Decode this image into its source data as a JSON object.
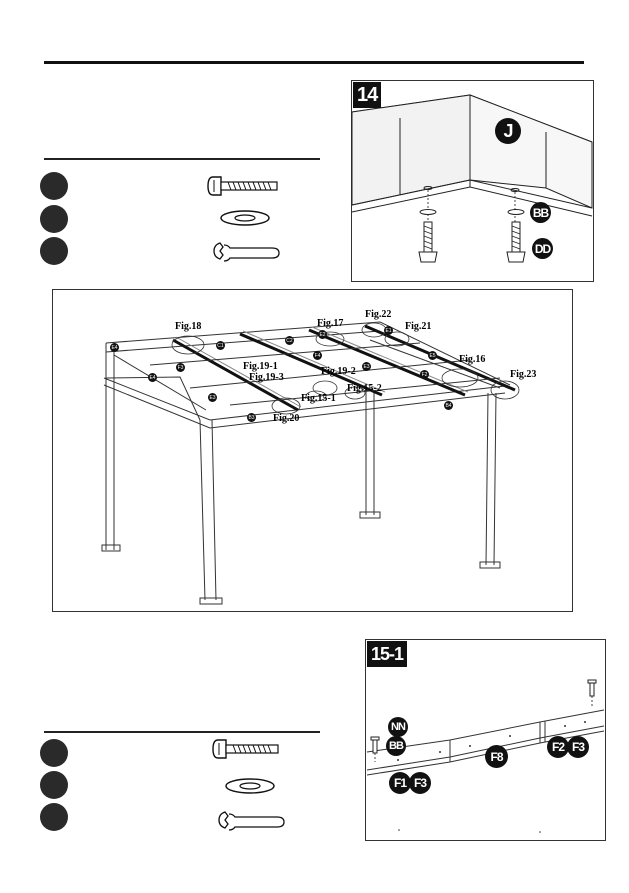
{
  "step14": {
    "badge": "14",
    "labels": {
      "j": "J",
      "bb": "BB",
      "dd": "DD"
    }
  },
  "overview": {
    "figures": [
      "Fig.18",
      "Fig.17",
      "Fig.22",
      "Fig.21",
      "Fig.16",
      "Fig.23",
      "Fig.19-1",
      "Fig.19-3",
      "Fig.19-2",
      "Fig.15-2",
      "Fig.15-1",
      "Fig.20"
    ],
    "tags": [
      "E4",
      "C1",
      "C2",
      "E2",
      "E1",
      "F3",
      "F4",
      "E3",
      "F2",
      "E4",
      "E5",
      "B3",
      "B4",
      "E3"
    ]
  },
  "step15_1": {
    "badge": "15-1",
    "labels": {
      "nn": "NN",
      "bb": "BB",
      "f8": "F8",
      "f2": "F2",
      "f3a": "F3",
      "f1": "F1",
      "f3b": "F3"
    }
  },
  "parts_lists": {
    "top": {
      "items": [
        "bolt-icon",
        "washer-icon",
        "wrench-icon"
      ]
    },
    "bottom": {
      "items": [
        "bolt-icon",
        "washer-icon",
        "wrench-icon"
      ]
    }
  }
}
